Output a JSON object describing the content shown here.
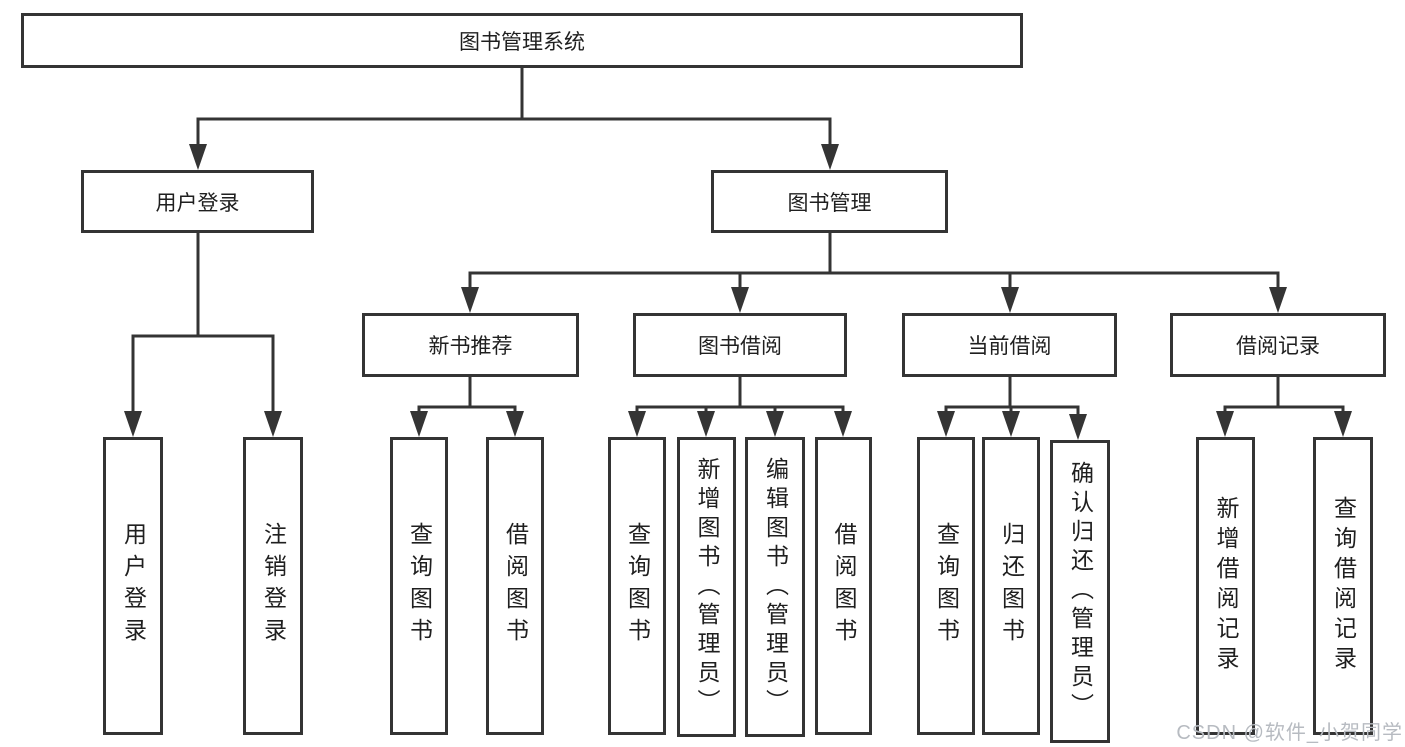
{
  "diagram": {
    "root": "图书管理系统",
    "branches": [
      {
        "label": "用户登录",
        "leaves": [
          "用户登录",
          "注销登录"
        ]
      },
      {
        "label": "图书管理",
        "sections": [
          {
            "label": "新书推荐",
            "leaves": [
              "查询图书",
              "借阅图书"
            ]
          },
          {
            "label": "图书借阅",
            "leaves": [
              "查询图书",
              "新增图书（管理员）",
              "编辑图书（管理员）",
              "借阅图书"
            ]
          },
          {
            "label": "当前借阅",
            "leaves": [
              "查询图书",
              "归还图书",
              "确认归还（管理员）"
            ]
          },
          {
            "label": "借阅记录",
            "leaves": [
              "新增借阅记录",
              "查询借阅记录"
            ]
          }
        ]
      }
    ]
  },
  "watermark": "CSDN @软件_小贺同学",
  "colors": {
    "line": "#343434",
    "box_border": "#343434",
    "text": "#1f1f1f",
    "background": "#ffffff",
    "watermark_text": "#b7bbc1"
  }
}
